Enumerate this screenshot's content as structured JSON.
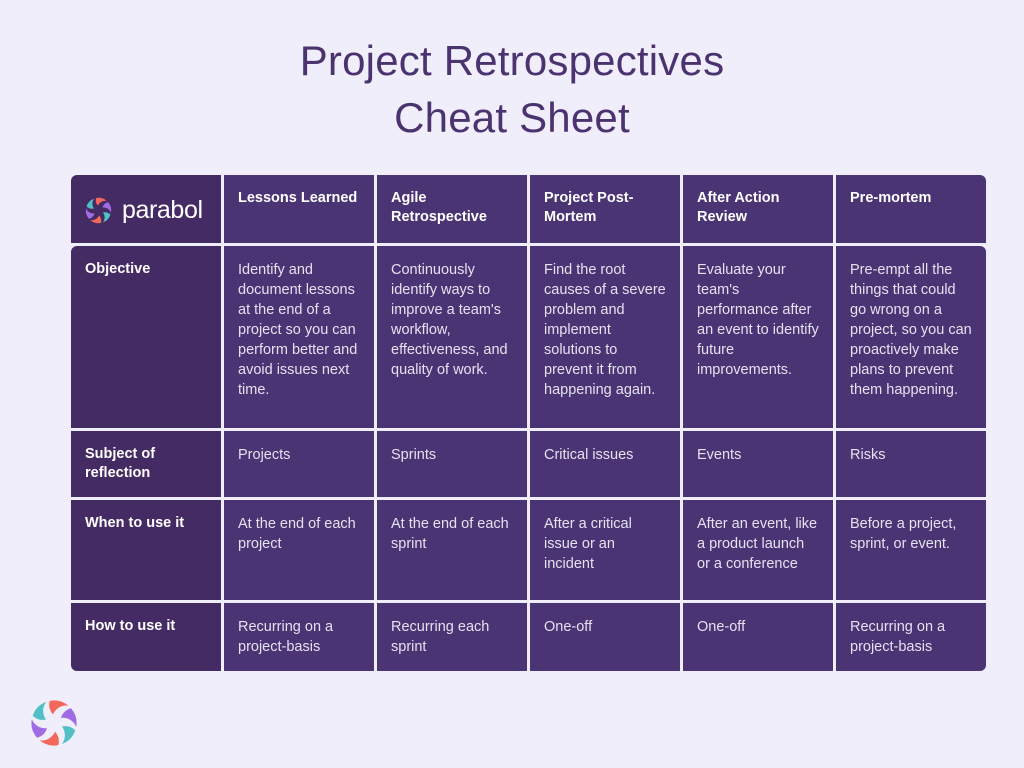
{
  "page": {
    "background_color": "#f0eefa",
    "title_color": "#4b3370",
    "cell_color": "#4b3473",
    "rowhead_color": "#452b63",
    "body_text_color": "#e6e1f0"
  },
  "title": {
    "line1": "Project Retrospectives",
    "line2": "Cheat Sheet"
  },
  "brand": {
    "name": "parabol",
    "logo_icon": "parabol-pinwheel-icon",
    "logo_colors": {
      "coral": "#f4685b",
      "purple": "#a06ce4",
      "teal": "#52c1c6"
    }
  },
  "table": {
    "columns": [
      {
        "id": "brand",
        "label": "parabol"
      },
      {
        "id": "lessons",
        "label": "Lessons Learned"
      },
      {
        "id": "agile",
        "label": "Agile Retrospective"
      },
      {
        "id": "postmortem",
        "label": "Project Post-Mortem"
      },
      {
        "id": "aar",
        "label": "After Action Review"
      },
      {
        "id": "premortem",
        "label": "Pre-mortem"
      }
    ],
    "rows": [
      {
        "header": "Objective",
        "cells": [
          "Identify and document lessons at the end of a project so you can perform better and avoid issues next time.",
          "Continuously identify ways to improve a team's workflow, effectiveness, and quality of work.",
          "Find the root causes of a severe problem and implement solutions to prevent it from happening again.",
          "Evaluate your team's performance after an event to identify future improvements.",
          "Pre-empt all the things that could go wrong on a project, so you can proactively make plans to prevent them happening."
        ]
      },
      {
        "header": "Subject of reflection",
        "cells": [
          "Projects",
          "Sprints",
          "Critical issues",
          "Events",
          "Risks"
        ]
      },
      {
        "header": "When to use it",
        "cells": [
          "At the end of each project",
          "At the end of each sprint",
          "After a critical issue or an incident",
          "After an event, like a product launch or a conference",
          "Before a project, sprint, or event."
        ]
      },
      {
        "header": "How to use it",
        "cells": [
          "Recurring on a project-basis",
          "Recurring each sprint",
          "One-off",
          "One-off",
          "Recurring on a project-basis"
        ]
      }
    ]
  }
}
